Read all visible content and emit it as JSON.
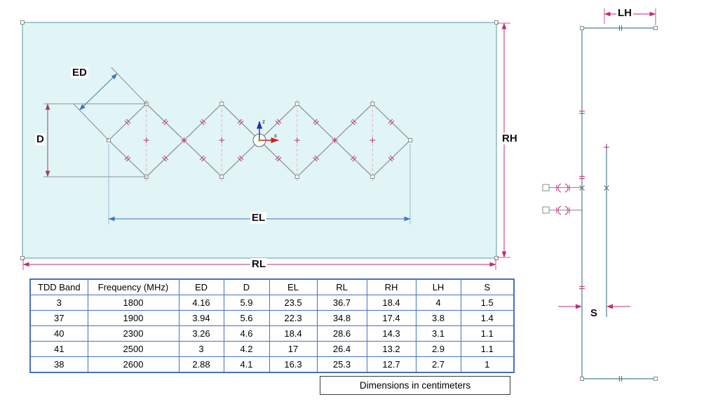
{
  "front_view": {
    "labels": {
      "ed": "ED",
      "d": "D",
      "el": "EL",
      "rl": "RL",
      "rh": "RH"
    },
    "axes": {
      "z": "z",
      "x": "x"
    }
  },
  "side_view": {
    "labels": {
      "lh": "LH",
      "s": "S"
    }
  },
  "table": {
    "headers": [
      "TDD Band",
      "Frequency (MHz)",
      "ED",
      "D",
      "EL",
      "RL",
      "RH",
      "LH",
      "S"
    ],
    "rows": [
      [
        "3",
        "1800",
        "4.16",
        "5.9",
        "23.5",
        "36.7",
        "18.4",
        "4",
        "1.5"
      ],
      [
        "37",
        "1900",
        "3.94",
        "5.6",
        "22.3",
        "34.8",
        "17.4",
        "3.8",
        "1.4"
      ],
      [
        "40",
        "2300",
        "3.26",
        "4.6",
        "18.4",
        "28.6",
        "14.3",
        "3.1",
        "1.1"
      ],
      [
        "41",
        "2500",
        "3",
        "4.2",
        "17",
        "26.4",
        "13.2",
        "2.9",
        "1.1"
      ],
      [
        "38",
        "2600",
        "2.88",
        "4.1",
        "16.3",
        "25.3",
        "12.7",
        "2.7",
        "1"
      ]
    ]
  },
  "note": "Dimensions in centimeters",
  "colors": {
    "substrate_fill": "#e1f4f6",
    "outline_teal": "#4a828a",
    "antenna_gray": "#8c8c8c",
    "dimension_magenta": "#c22a7a",
    "dimension_blue": "#4472c4",
    "dimension_red": "#99445a",
    "axis_z_blue": "#2233aa",
    "axis_x_red": "#cc2222",
    "table_border_blue": "#4472c4"
  }
}
